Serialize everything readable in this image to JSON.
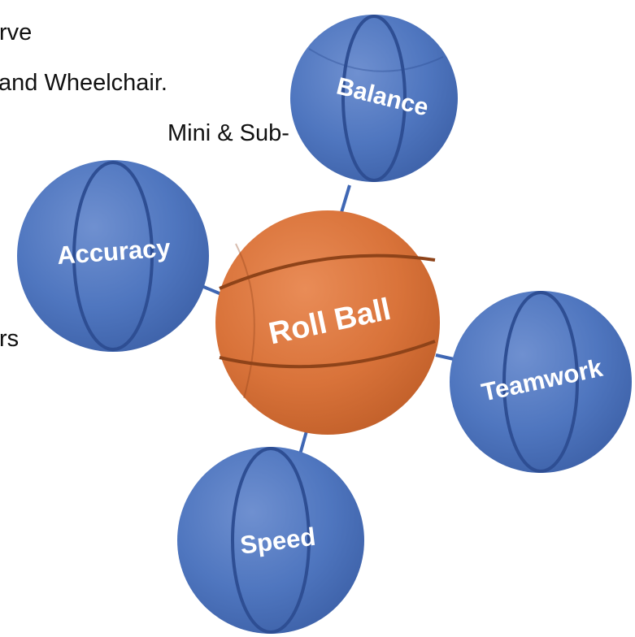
{
  "text_fragments": [
    {
      "id": "line1",
      "text": "rve"
    },
    {
      "id": "line2",
      "text": "and Wheelchair."
    },
    {
      "id": "line3",
      "text": "Mini & Sub-"
    },
    {
      "id": "line4",
      "text": "rs"
    }
  ],
  "diagram": {
    "center": {
      "label": "Roll Ball",
      "color": "#D9733A"
    },
    "satellites": [
      {
        "label": "Balance",
        "color": "#4F76BF"
      },
      {
        "label": "Accuracy",
        "color": "#4F76BF"
      },
      {
        "label": "Teamwork",
        "color": "#4F76BF"
      },
      {
        "label": "Speed",
        "color": "#4F76BF"
      }
    ],
    "connector_color": "#3F67B4"
  }
}
